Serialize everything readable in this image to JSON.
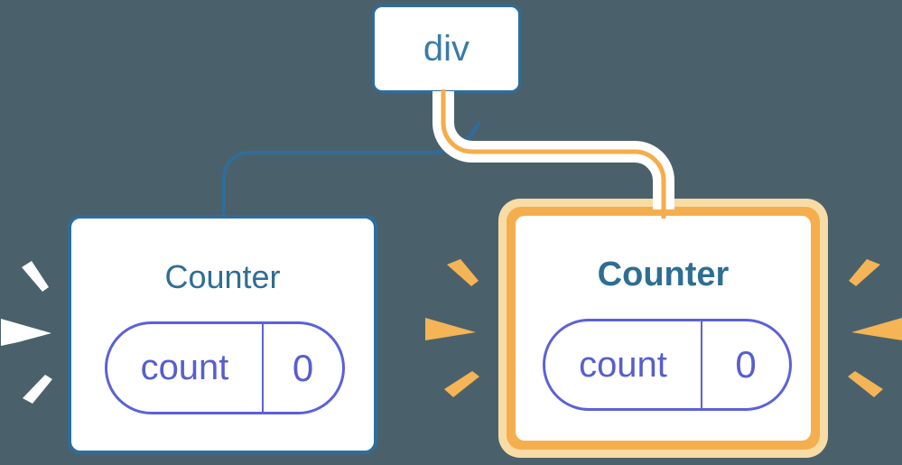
{
  "root_node": {
    "label": "div"
  },
  "counters": [
    {
      "title": "Counter",
      "state_key": "count",
      "state_value": "0",
      "highlighted": false,
      "effect": "white-spark-rays"
    },
    {
      "title": "Counter",
      "state_key": "count",
      "state_value": "0",
      "highlighted": true,
      "effect": "yellow-spark-rays"
    }
  ],
  "colors": {
    "background": "#4A616B",
    "card_border": "#2E6D9B",
    "node_text": "#3A7BA7",
    "title_text": "#2E6E93",
    "pill_border": "#5B61D9",
    "pill_text": "#575ECF",
    "highlight_outer": "#F8DCA6",
    "highlight_inner": "#F5AE4E",
    "connector_blue": "#2E6D9B",
    "connector_core": "#F5AC4A",
    "connector_casing": "#FFFFFF",
    "ray_white": "#FFFFFF",
    "ray_yellow": "#F5B455"
  }
}
